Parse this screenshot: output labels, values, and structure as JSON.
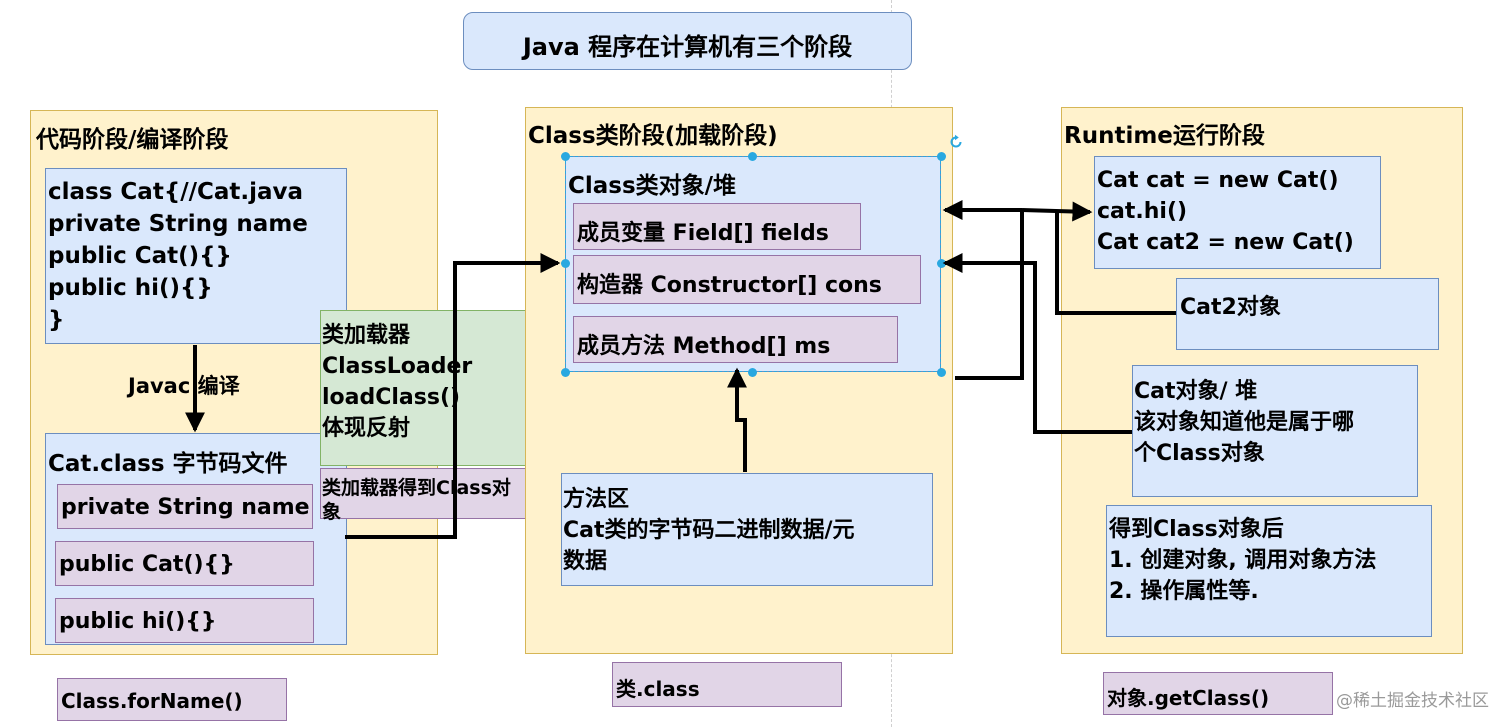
{
  "title": "Java 程序在计算机有三个阶段",
  "stage1": {
    "label": "代码阶段/编译阶段",
    "source_code": "class Cat{//Cat.java\nprivate String name\npublic Cat(){}\npublic hi(){}\n}",
    "compile_label": "Javac 编译",
    "bytecode_title": "Cat.class 字节码文件",
    "bytecode_items": [
      "private String name",
      "public Cat(){}",
      "public hi(){}"
    ],
    "footer_api": "Class.forName()"
  },
  "classloader": {
    "text": "类加载器\nClassLoader\nloadClass()\n体现反射",
    "result": "类加载器得到Class对\n象"
  },
  "stage2": {
    "label": "Class类阶段(加载阶段)",
    "class_object_title": "Class类对象/堆",
    "members": [
      "成员变量 Field[] fields",
      "构造器 Constructor[] cons",
      "成员方法 Method[] ms"
    ],
    "method_area": "方法区\nCat类的字节码二进制数据/元\n数据",
    "footer_api": "类.class"
  },
  "stage3": {
    "label": "Runtime运行阶段",
    "code": "Cat cat = new Cat()\ncat.hi()\nCat cat2 = new Cat()",
    "cat2_object": "Cat2对象",
    "cat_object": "Cat对象/ 堆\n该对象知道他是属于哪\n个Class对象",
    "after_get_class": "得到Class对象后\n1. 创建对象, 调用对象方法\n2. 操作属性等.",
    "footer_api": "对象.getClass()"
  },
  "watermark": "@稀土掘金技术社区",
  "colors": {
    "stage_fill": "#fff2cc",
    "stage_border": "#d6b656",
    "blue_fill": "#dae8fc",
    "blue_border": "#6c8ebf",
    "purple_fill": "#e1d5e7",
    "purple_border": "#9673a6",
    "green_fill": "#d5e8d4",
    "green_border": "#82b366",
    "selection": "#29a8e0"
  }
}
